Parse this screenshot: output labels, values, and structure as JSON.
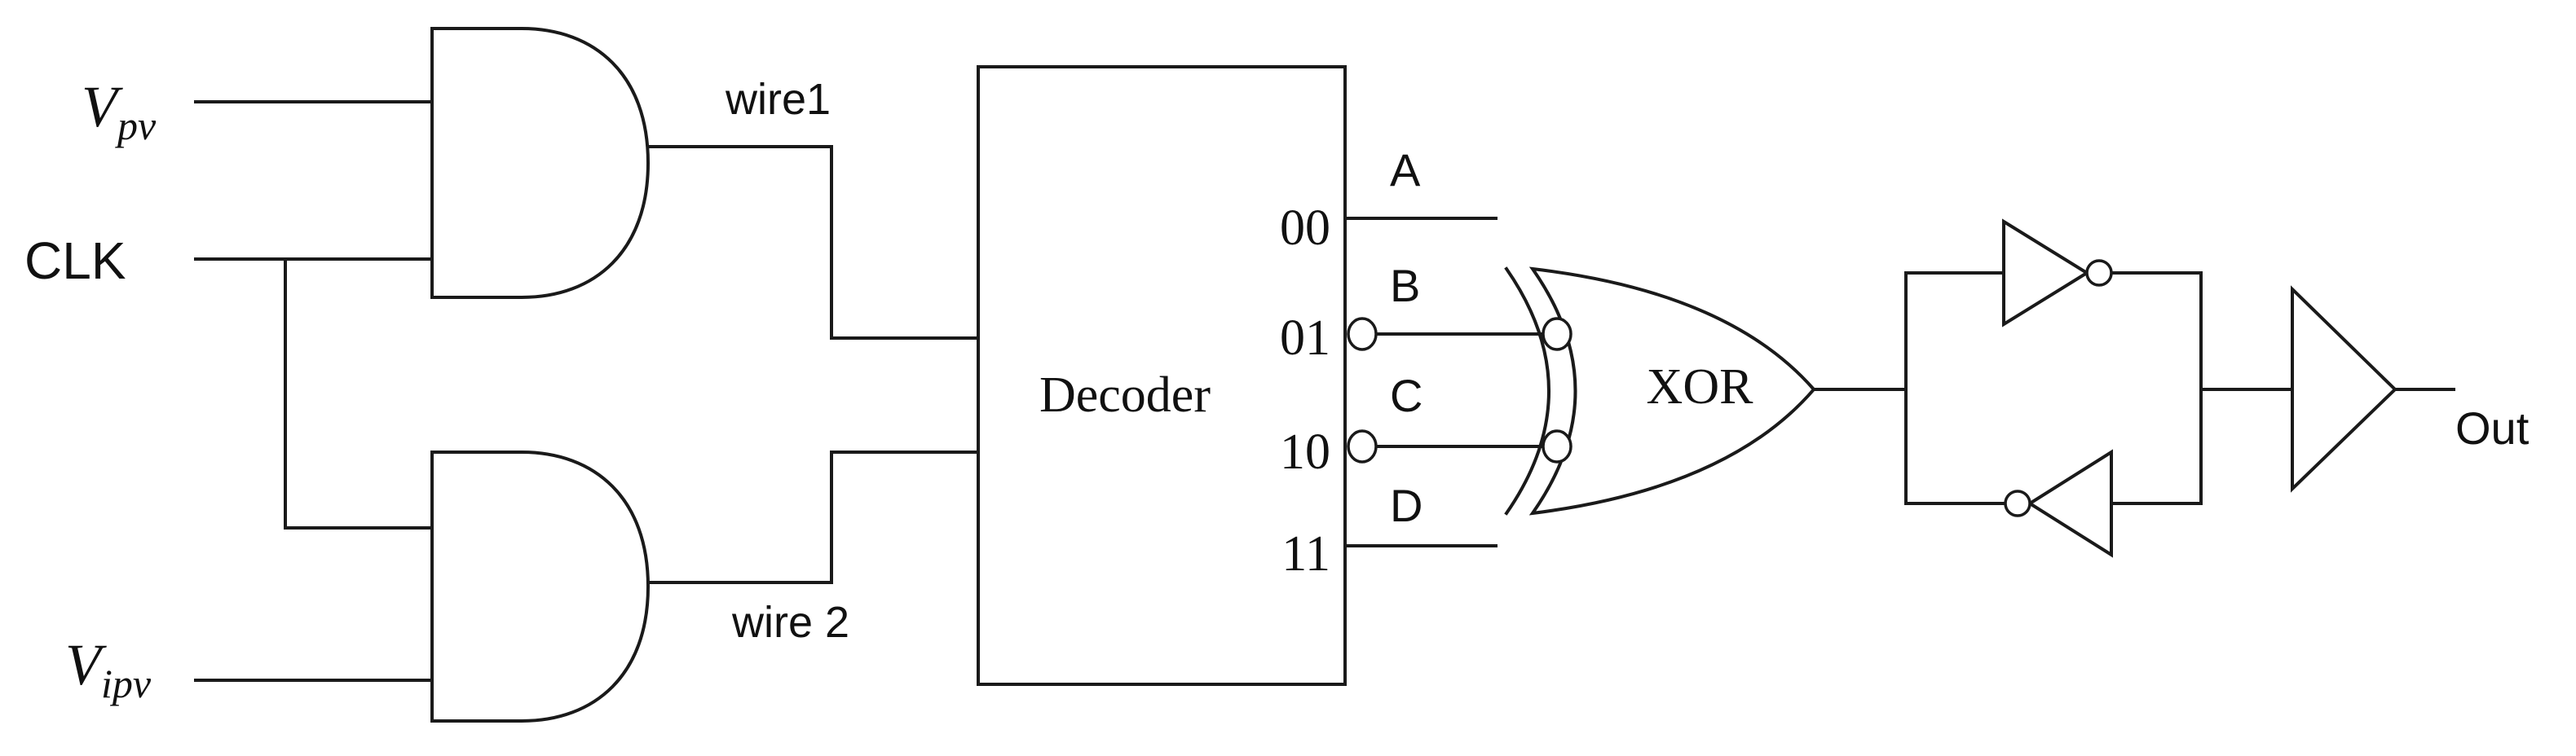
{
  "inputs": {
    "vpv": {
      "main": "V",
      "sub": "pv"
    },
    "clk": "CLK",
    "vipv": {
      "main": "V",
      "sub": "ipv"
    }
  },
  "wires": {
    "wire1": "wire1",
    "wire2": "wire 2"
  },
  "decoder": {
    "label": "Decoder",
    "outputs": [
      {
        "code": "00",
        "signal": "A",
        "inverted": false
      },
      {
        "code": "01",
        "signal": "B",
        "inverted": true
      },
      {
        "code": "10",
        "signal": "C",
        "inverted": true
      },
      {
        "code": "11",
        "signal": "D",
        "inverted": false
      }
    ]
  },
  "xor_gate": {
    "label": "XOR"
  },
  "output": {
    "label": "Out"
  }
}
